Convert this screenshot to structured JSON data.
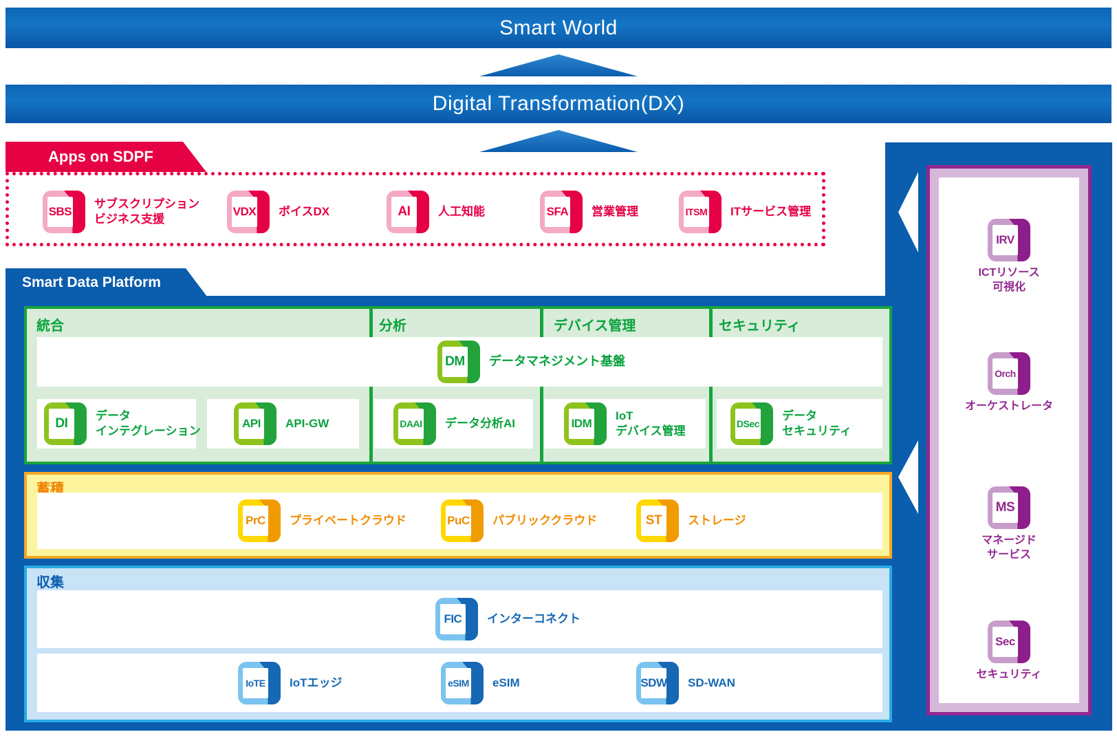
{
  "palette": {
    "banner_blue": "#0d66b5",
    "body_blue": "#0b5dad",
    "crimson": "#e60044",
    "green": "#17a43e",
    "yellow_green_icon": "#8ec31e",
    "orange": "#f08c00",
    "yellow": "#ffd800",
    "light_blue_border": "#2aa9e2",
    "purple": "#93278f"
  },
  "banners": {
    "top": "Smart World",
    "dx": "Digital Transformation(DX)"
  },
  "apps": {
    "tab": "Apps on SDPF",
    "items": [
      {
        "code": "SBS",
        "label": "サブスクリプション\nビジネス支援"
      },
      {
        "code": "VDX",
        "label": "ボイスDX"
      },
      {
        "code": "AI",
        "label": "人工知能"
      },
      {
        "code": "SFA",
        "label": "営業管理"
      },
      {
        "code": "ITSM",
        "label": "ITサービス管理"
      }
    ]
  },
  "sdp": {
    "tab": "Smart Data Platform",
    "integration": {
      "columns": [
        "統合",
        "分析",
        "デバイス管理",
        "セキュリティ"
      ],
      "dm": {
        "code": "DM",
        "label": "データマネジメント基盤"
      },
      "items": [
        {
          "code": "DI",
          "label": "データ\nインテグレーション"
        },
        {
          "code": "API",
          "label": "API-GW"
        },
        {
          "code": "DAAI",
          "label": "データ分析AI"
        },
        {
          "code": "IDM",
          "label": "IoT\nデバイス管理"
        },
        {
          "code": "DSec",
          "label": "データ\nセキュリティ"
        }
      ]
    },
    "storage": {
      "title": "蓄積",
      "items": [
        {
          "code": "PrC",
          "label": "プライベートクラウド"
        },
        {
          "code": "PuC",
          "label": "パブリッククラウド"
        },
        {
          "code": "ST",
          "label": "ストレージ"
        }
      ]
    },
    "collection": {
      "title": "収集",
      "fic": {
        "code": "FIC",
        "label": "インターコネクト"
      },
      "items": [
        {
          "code": "IoTE",
          "label": "IoTエッジ"
        },
        {
          "code": "eSIM",
          "label": "eSIM"
        },
        {
          "code": "SDW",
          "label": "SD-WAN"
        }
      ]
    }
  },
  "side": {
    "items": [
      {
        "code": "IRV",
        "label": "ICTリソース\n可視化"
      },
      {
        "code": "Orch",
        "label": "オーケストレータ"
      },
      {
        "code": "MS",
        "label": "マネージド\nサービス"
      },
      {
        "code": "Sec",
        "label": "セキュリティ"
      }
    ]
  }
}
